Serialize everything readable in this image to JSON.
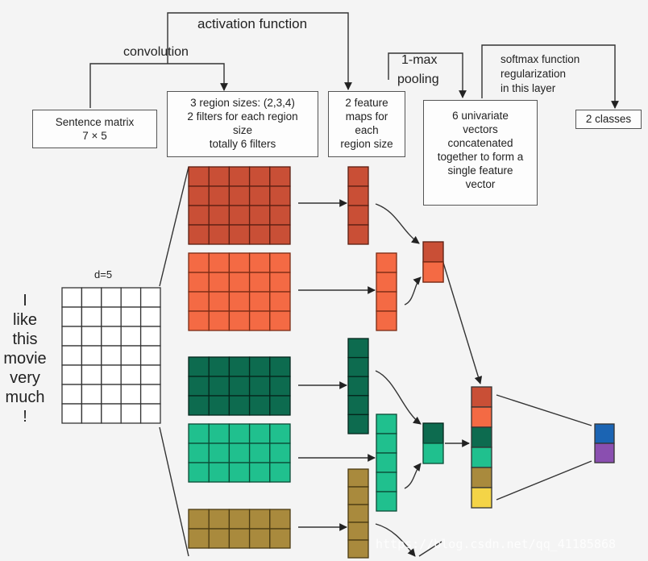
{
  "labels": {
    "activation": "activation function",
    "convolution": "convolution",
    "one_max": "1-max",
    "pooling": "pooling",
    "softmax": "softmax function",
    "regularization": "regularization",
    "in_this_layer": "in this layer",
    "dim": "d=5"
  },
  "boxes": {
    "sentence_matrix": [
      "Sentence matrix",
      "7 × 5"
    ],
    "region_sizes": [
      "3 region sizes: (2,3,4)",
      "2 filters for each region",
      "size",
      "totally 6 filters"
    ],
    "feature_maps": [
      "2 feature",
      "maps for",
      "each",
      "region size"
    ],
    "univariate": [
      "6 univariate",
      "vectors",
      "concatenated",
      "together to form a",
      "single feature",
      "vector"
    ],
    "classes": [
      "2 classes"
    ]
  },
  "sentence_words": [
    "I",
    "like",
    "this",
    "movie",
    "very",
    "much",
    "!"
  ],
  "colors": {
    "red": "#c94f36",
    "orange": "#f46a44",
    "dark_green": "#0d6b4f",
    "teal": "#20c08e",
    "olive": "#a98a3d",
    "yellow": "#f4d447",
    "blue": "#1b64b3",
    "purple": "#8a4fb0"
  },
  "watermark": "https://blog.csdn.net/qq_41185868"
}
